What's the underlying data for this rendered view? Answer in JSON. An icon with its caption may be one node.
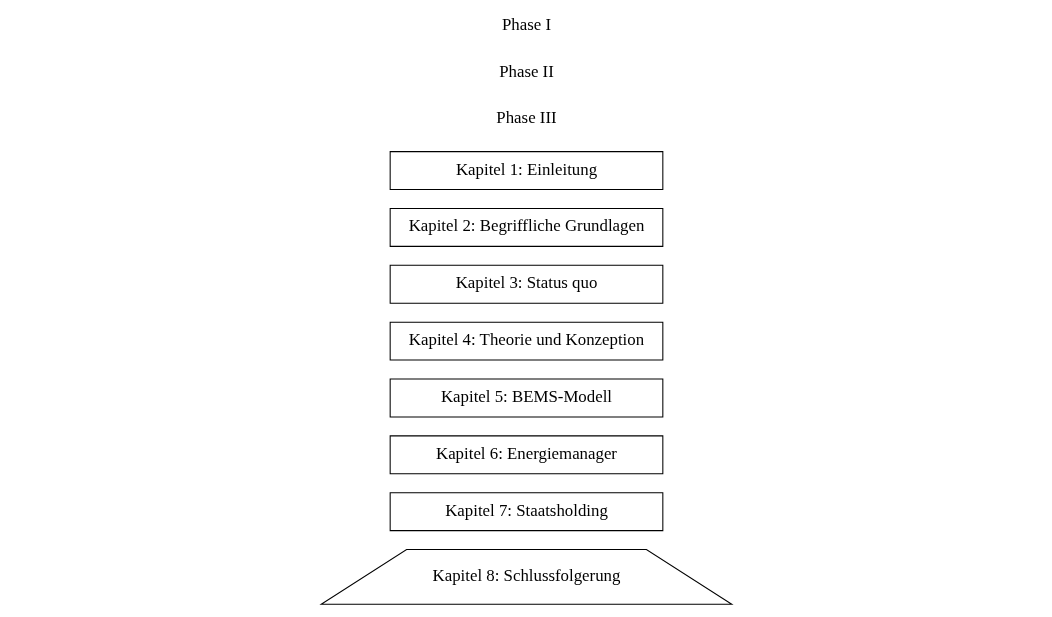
{
  "diagram": {
    "nodes": [
      {
        "text": [
          "Kapitel 8: Schlussfolgerung"
        ]
      },
      {
        "text": [
          "Kapitel 7: Staatsholding"
        ]
      },
      {
        "text": [
          "Kapitel 6: Energiemanager"
        ]
      },
      {
        "text": [
          "Kapitel 5: BEMS-Modell"
        ]
      },
      {
        "text": [
          "Kapitel 4: Theorie und Konzeption"
        ]
      },
      {
        "text": [
          "Kapitel 3: Status quo"
        ]
      },
      {
        "text": [
          "Kapitel 2: Begriffliche Grundlagen"
        ]
      },
      {
        "text": [
          "Kapitel 1: Einleitung"
        ]
      }
    ],
    "edges": [],
    "labels": [
      "Phase III",
      "Phase II",
      "Phase I"
    ]
  }
}
